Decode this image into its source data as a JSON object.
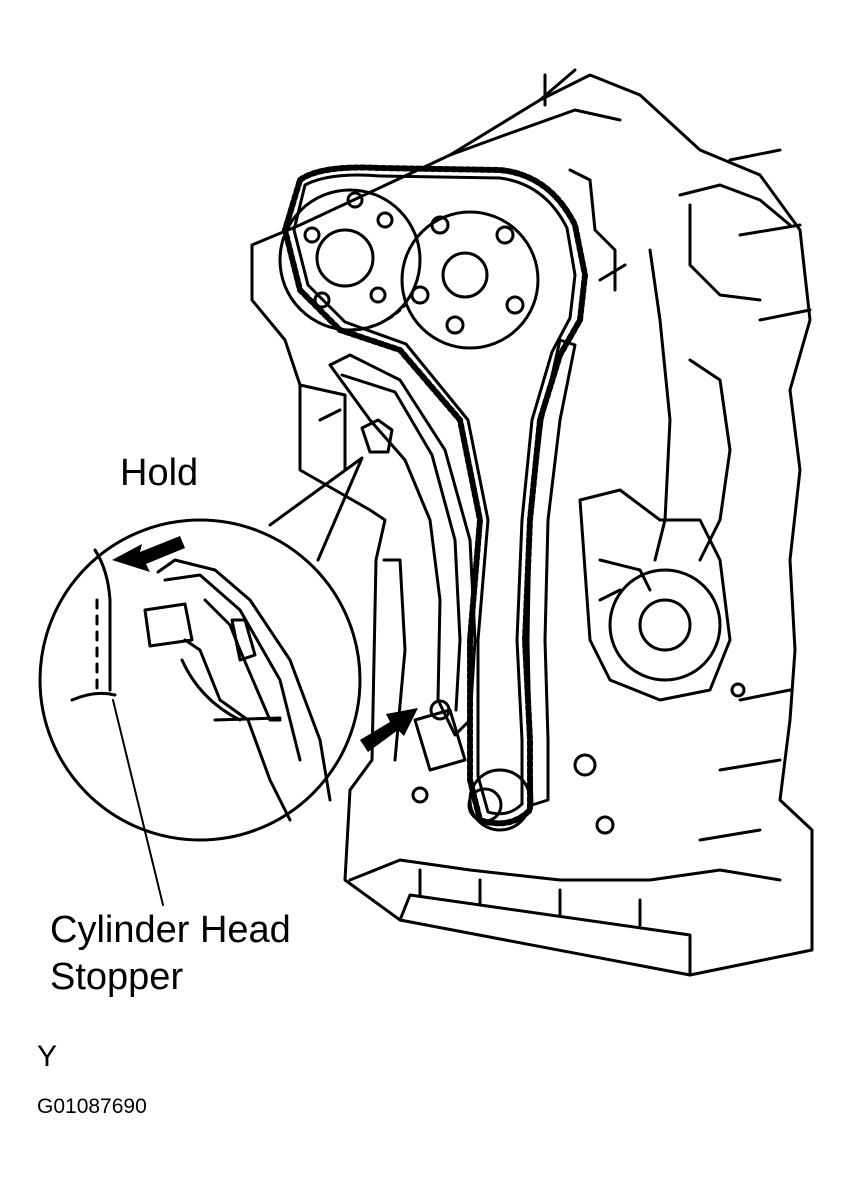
{
  "labels": {
    "hold": "Hold",
    "cylinder_head_stopper_line1": "Cylinder Head",
    "cylinder_head_stopper_line2": "Stopper",
    "view": "Y",
    "figure_code": "G01087690"
  },
  "colors": {
    "line": "#000000",
    "background": "#ffffff"
  },
  "icons": [
    "arrow-icon"
  ]
}
